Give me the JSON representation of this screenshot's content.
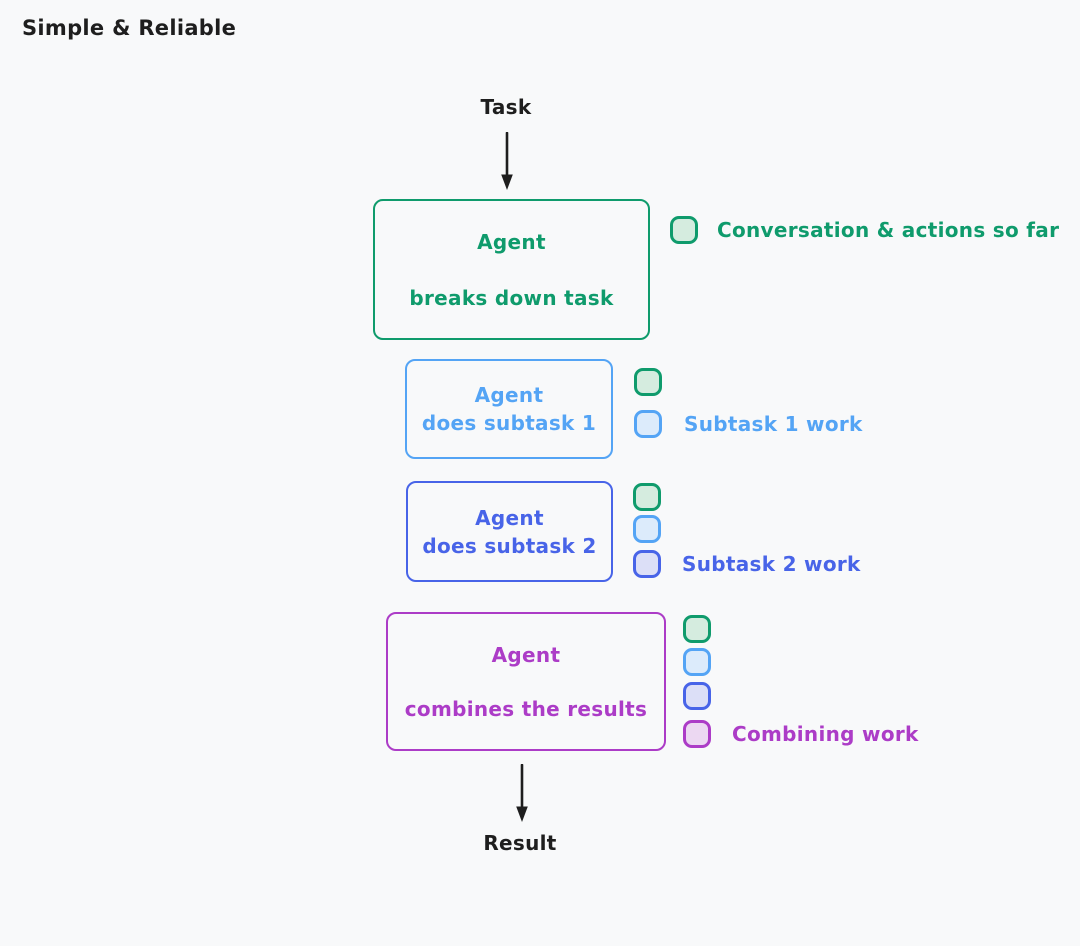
{
  "title": "Simple & Reliable",
  "flow": {
    "input_label": "Task",
    "output_label": "Result"
  },
  "boxes": {
    "breakdown": {
      "line1": "Agent",
      "line2": "breaks down task"
    },
    "subtask1": {
      "line1": "Agent",
      "line2": "does subtask 1"
    },
    "subtask2": {
      "line1": "Agent",
      "line2": "does subtask 2"
    },
    "combine": {
      "line1": "Agent",
      "line2": "combines the results"
    }
  },
  "legends": {
    "conversation": "Conversation & actions so far",
    "subtask1": "Subtask 1 work",
    "subtask2": "Subtask 2 work",
    "combining": "Combining work"
  },
  "legend_swatches": {
    "conversation": [
      "green"
    ],
    "subtask1": [
      "green",
      "blue"
    ],
    "subtask2": [
      "green",
      "blue",
      "indigo"
    ],
    "combining": [
      "green",
      "blue",
      "indigo",
      "purple"
    ]
  },
  "colors": {
    "green": {
      "stroke": "#0f9b6c",
      "fill": "#d5ecdf"
    },
    "blue": {
      "stroke": "#54a4f5",
      "fill": "#dcebfb"
    },
    "indigo": {
      "stroke": "#4864e8",
      "fill": "#dcdff7"
    },
    "purple": {
      "stroke": "#ac3cc7",
      "fill": "#ecd8f2"
    },
    "ink": "#1e1e1e",
    "background": "#f8f9fa"
  }
}
